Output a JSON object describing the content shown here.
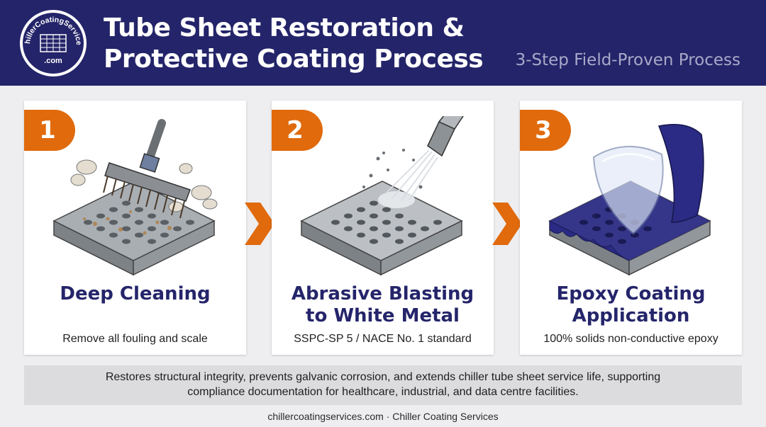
{
  "header": {
    "logo": {
      "ring_text": "ChillerCoatingServices",
      "suffix": ".com"
    },
    "title_line1": "Tube Sheet Restoration &",
    "title_line2": "Protective Coating Process",
    "subtitle": "3-Step Field-Proven Process",
    "background_color": "#24246a"
  },
  "steps": [
    {
      "number": "1",
      "title_line1": "Deep Cleaning",
      "title_line2": "",
      "description": "Remove all fouling and scale",
      "illustration": "brush-cleaning-tube-sheet"
    },
    {
      "number": "2",
      "title_line1": "Abrasive Blasting",
      "title_line2": "to White Metal",
      "description": "SSPC-SP 5 / NACE No. 1 standard",
      "illustration": "abrasive-blast-nozzle"
    },
    {
      "number": "3",
      "title_line1": "Epoxy Coating",
      "title_line2": "Application",
      "description": "100% solids non-conductive epoxy",
      "illustration": "epoxy-coating-shield"
    }
  ],
  "summary": {
    "line1": "Restores structural integrity, prevents galvanic corrosion, and extends chiller tube sheet service life, supporting",
    "line2": "compliance documentation for healthcare, industrial, and data centre facilities."
  },
  "footer": {
    "text": "chillercoatingservices.com · Chiller Coating Services"
  },
  "colors": {
    "accent": "#e06a0c",
    "navy": "#24246a",
    "title_text": "#25256b",
    "steel": "#9ea3a8",
    "epoxy": "#2b2b85"
  }
}
